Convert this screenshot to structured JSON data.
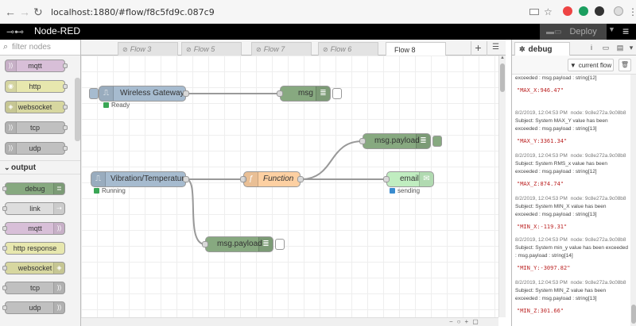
{
  "browser": {
    "url": "localhost:1880/#flow/f8c5fd9c.087c9"
  },
  "header": {
    "title": "Node-RED",
    "deploy_label": "Deploy"
  },
  "palette": {
    "search_placeholder": "filter nodes",
    "input_nodes": [
      {
        "label": "mqtt",
        "color": "#d8bfd8"
      },
      {
        "label": "http",
        "color": "#e7e7ae"
      },
      {
        "label": "websocket",
        "color": "#d7d7a0"
      },
      {
        "label": "tcp",
        "color": "#c0c0c0"
      },
      {
        "label": "udp",
        "color": "#c0c0c0"
      }
    ],
    "category_output": "output",
    "output_nodes": [
      {
        "label": "debug",
        "color": "#87a980"
      },
      {
        "label": "link",
        "color": "#dddddd"
      },
      {
        "label": "mqtt",
        "color": "#d8bfd8"
      },
      {
        "label": "http response",
        "color": "#e7e7ae"
      },
      {
        "label": "websocket",
        "color": "#d7d7a0"
      },
      {
        "label": "tcp",
        "color": "#c0c0c0"
      },
      {
        "label": "udp",
        "color": "#c0c0c0"
      }
    ]
  },
  "tabs": [
    {
      "label": "Flow 3"
    },
    {
      "label": "Flow 5"
    },
    {
      "label": "Flow 7"
    },
    {
      "label": "Flow 6"
    },
    {
      "label": "Flow 8"
    }
  ],
  "flow": {
    "nodes": {
      "gateway": {
        "label": "Wireless Gateway",
        "status": "Ready",
        "status_color": "#3aa655",
        "color": "#a6bbcf"
      },
      "msg_debug": {
        "label": "msg",
        "color": "#87a980"
      },
      "vibration": {
        "label": "Vibration/Temperature",
        "status": "Running",
        "status_color": "#3aa655",
        "color": "#a6bbcf"
      },
      "function": {
        "label": "Function",
        "color": "#fdd0a2"
      },
      "payload_top": {
        "label": "msg.payload",
        "color": "#87a980"
      },
      "email": {
        "label": "email",
        "status": "sending",
        "status_color": "#3a8ccf",
        "color": "#c0edc0"
      },
      "payload_bottom": {
        "label": "msg.payload",
        "color": "#87a980"
      }
    }
  },
  "sidebar": {
    "tab_label": "debug",
    "filter_label": "current flow",
    "messages": [
      {
        "line1": "exceeded : msg.payload : string[12]",
        "value": "\"MAX_X:946.47\""
      },
      {
        "time": "8/2/2019, 12:04:53 PM",
        "node": "node: 9c8e272a.9c08b8",
        "line1": "Subject: System MAX_Y value has been",
        "line2": "exceeded : msg.payload : string[13]",
        "value": "\"MAX_Y:3361.34\""
      },
      {
        "time": "8/2/2019, 12:04:53 PM",
        "node": "node: 9c8e272a.9c08b8",
        "line1": "Subject: System RMS_x value has been",
        "line2": "exceeded : msg.payload : string[12]",
        "value": "\"MAX_Z:874.74\""
      },
      {
        "time": "8/2/2019, 12:04:53 PM",
        "node": "node: 9c8e272a.9c08b8",
        "line1": "Subject: System MIN_X value has been",
        "line2": "exceeded : msg.payload : string[13]",
        "value": "\"MIN_X:-119.31\""
      },
      {
        "time": "8/2/2019, 12:04:53 PM",
        "node": "node: 9c8e272a.9c08b8",
        "line1": "Subject: System min_y value has been exceeded",
        "line2": ": msg.payload : string[14]",
        "value": "\"MIN_Y:-3097.82\""
      },
      {
        "time": "8/2/2019, 12:04:53 PM",
        "node": "node: 9c8e272a.9c08b8",
        "line1": "Subject: System MIN_Z value has been",
        "line2": "exceeded : msg.payload : string[13]",
        "value": "\"MIN_Z:301.66\""
      }
    ]
  }
}
